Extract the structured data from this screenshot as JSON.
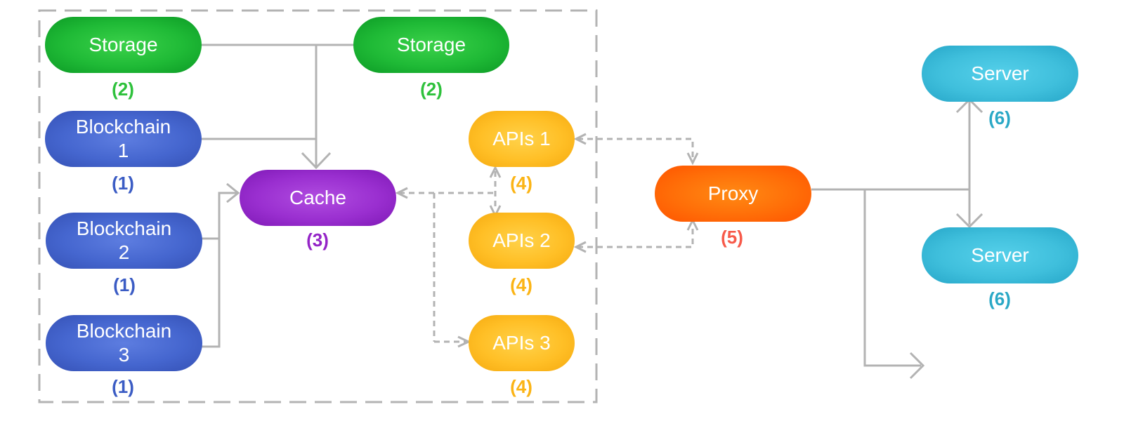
{
  "nodes": {
    "storage_1": {
      "label": "Storage",
      "num": "(2)"
    },
    "storage_2": {
      "label": "Storage",
      "num": "(2)"
    },
    "blockchain_1": {
      "label": "Blockchain\n1",
      "num": "(1)"
    },
    "blockchain_2": {
      "label": "Blockchain\n2",
      "num": "(1)"
    },
    "blockchain_3": {
      "label": "Blockchain\n3",
      "num": "(1)"
    },
    "cache": {
      "label": "Cache",
      "num": "(3)"
    },
    "apis_1": {
      "label": "APIs 1",
      "num": "(4)"
    },
    "apis_2": {
      "label": "APIs 2",
      "num": "(4)"
    },
    "apis_3": {
      "label": "APIs 3",
      "num": "(4)"
    },
    "proxy": {
      "label": "Proxy",
      "num": "(5)"
    },
    "server_1": {
      "label": "Server",
      "num": "(6)"
    },
    "server_2": {
      "label": "Server",
      "num": "(6)"
    }
  },
  "colors": {
    "storage": "#1fba36",
    "blockchain": "#4566cf",
    "cache": "#9a2fd0",
    "apis": "#ffbf26",
    "proxy": "#ff6e08",
    "server": "#3fbfdc",
    "connector": "#b3b3b3"
  }
}
